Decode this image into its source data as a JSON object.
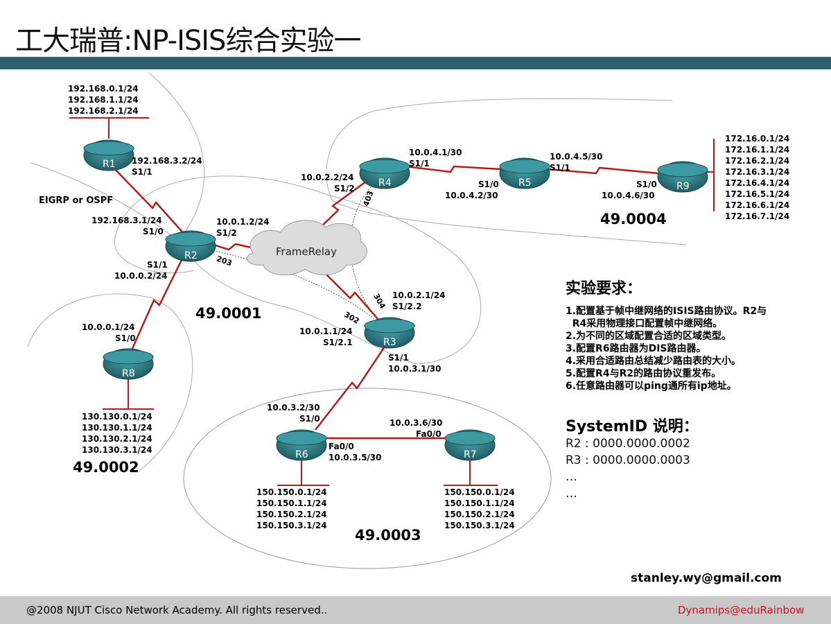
{
  "title": "工大瑞普:NP-ISIS综合实验一",
  "routers": {
    "r1": "R1",
    "r2": "R2",
    "r3": "R3",
    "r4": "R4",
    "r5": "R5",
    "r6": "R6",
    "r7": "R7",
    "r8": "R8",
    "r9": "R9"
  },
  "frame_relay_label": "FrameRelay",
  "labels": {
    "r1_lans": [
      "192.168.0.1/24",
      "192.168.1.1/24",
      "192.168.2.1/24"
    ],
    "r1_s11_ip": "192.168.3.2/24",
    "r1_s11_if": "S1/1",
    "eigrp": "EIGRP or OSPF",
    "r2_s10_ip": "192.168.3.1/24",
    "r2_s10_if": "S1/0",
    "r2_s12_ip": "10.0.1.2/24",
    "r2_s12_if": "S1/2",
    "r2_s11_if": "S1/1",
    "r2_s11_ip": "10.0.0.2/24",
    "r8_s10_ip": "10.0.0.1/24",
    "r8_s10_if": "S1/0",
    "r8_lans": [
      "130.130.0.1/24",
      "130.130.1.1/24",
      "130.130.2.1/24",
      "130.130.3.1/24"
    ],
    "r4_s12_ip": "10.0.2.2/24",
    "r4_s12_if": "S1/2",
    "r4_s11_ip": "10.0.4.1/30",
    "r4_s11_if": "S1/1",
    "r5_s10_if": "S1/0",
    "r5_s10_ip": "10.0.4.2/30",
    "r5_s11_ip": "10.0.4.5/30",
    "r5_s11_if": "S1/1",
    "r9_s10_if": "S1/0",
    "r9_s10_ip": "10.0.4.6/30",
    "r9_lans": [
      "172.16.0.1/24",
      "172.16.1.1/24",
      "172.16.2.1/24",
      "172.16.3.1/24",
      "172.16.4.1/24",
      "172.16.5.1/24",
      "172.16.6.1/24",
      "172.16.7.1/24"
    ],
    "r3_s122_ip": "10.0.2.1/24",
    "r3_s122_if": "S1/2.2",
    "r3_s121_ip": "10.0.1.1/24",
    "r3_s121_if": "S1/2.1",
    "r3_s11_if": "S1/1",
    "r3_s11_ip": "10.0.3.1/30",
    "r6_s10_ip": "10.0.3.2/30",
    "r6_s10_if": "S1/0",
    "r6_fa_if": "Fa0/0",
    "r6_fa_ip": "10.0.3.5/30",
    "r7_fa_ip": "10.0.3.6/30",
    "r7_fa_if": "Fa0/0",
    "r6_lans": [
      "150.150.0.1/24",
      "150.150.1.1/24",
      "150.150.2.1/24",
      "150.150.3.1/24"
    ],
    "r7_lans": [
      "150.150.0.1/24",
      "150.150.1.1/24",
      "150.150.2.1/24",
      "150.150.3.1/24"
    ]
  },
  "dlci": {
    "d403": "403",
    "d203": "203",
    "d304": "304",
    "d302": "302"
  },
  "areas": {
    "a1": "49.0001",
    "a2": "49.0002",
    "a3": "49.0003",
    "a4": "49.0004"
  },
  "requirements": {
    "title": "实验要求：",
    "items": [
      "1.配置基于帧中继网络的ISIS路由协议。R2与",
      "  R4采用物理接口配置帧中继网络。",
      "2.为不同的区域配置合适的区域类型。",
      "3.配置R6路由器为DIS路由器。",
      "4.采用合适路由总结减少路由表的大小。",
      "5.配置R4与R2的路由协议重发布。",
      "6.任意路由器可以ping通所有ip地址。"
    ]
  },
  "systemid": {
    "title": "SystemID 说明：",
    "items": [
      "R2 : 0000.0000.0002",
      "R3 : 0000.0000.0003",
      "…",
      "…"
    ]
  },
  "email": "stanley.wy@gmail.com",
  "footer": {
    "copyright": "@2008 NJUT Cisco Network Academy. All rights reserved..",
    "credit": "Dynamips@eduRainbow"
  },
  "colors": {
    "bar": "#2e5f6e",
    "link": "#b01c1c",
    "router": "#2f7f86",
    "credit": "#c0141b"
  }
}
